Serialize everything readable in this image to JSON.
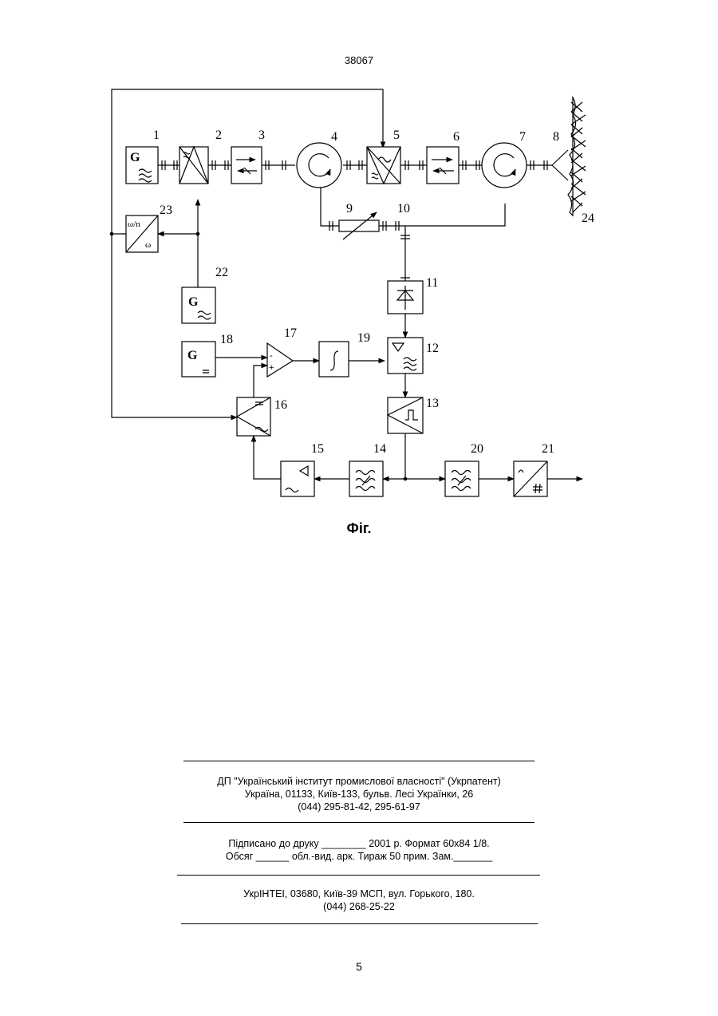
{
  "header": {
    "page_number": "38067"
  },
  "figure": {
    "caption": "Фіг.",
    "block_labels": {
      "b1": "1",
      "b2": "2",
      "b3": "3",
      "b4": "4",
      "b5": "5",
      "b6": "6",
      "b7": "7",
      "b8": "8",
      "b9": "9",
      "b10": "10",
      "b11": "11",
      "b12": "12",
      "b13": "13",
      "b14": "14",
      "b15": "15",
      "b16": "16",
      "b17": "17",
      "b18": "18",
      "b19": "19",
      "b20": "20",
      "b21": "21",
      "b22": "22",
      "b23": "23",
      "b24": "24"
    },
    "symbols": {
      "generator_letter": "G",
      "divider_top": "ω/n",
      "divider_bottom": "ω",
      "amp_minus": "-",
      "amp_plus": "+"
    }
  },
  "imprint": {
    "block1": {
      "line1": "ДП \"Український інститут промислової власності\" (Укрпатент)",
      "line2": "Україна, 01133, Київ-133, бульв. Лесі Українки, 26",
      "line3": "(044) 295-81-42, 295-61-97"
    },
    "block2": {
      "line1": "Підписано до друку ________ 2001 р.    Формат 60х84 1/8.",
      "line2": "Обсяг ______ обл.-вид. арк.   Тираж 50 прим.    Зам._______"
    },
    "block3": {
      "line1": "УкрІНТЕІ, 03680, Київ-39 МСП, вул. Горького, 180.",
      "line2": "(044) 268-25-22"
    }
  },
  "footer": {
    "page_number": "5"
  }
}
